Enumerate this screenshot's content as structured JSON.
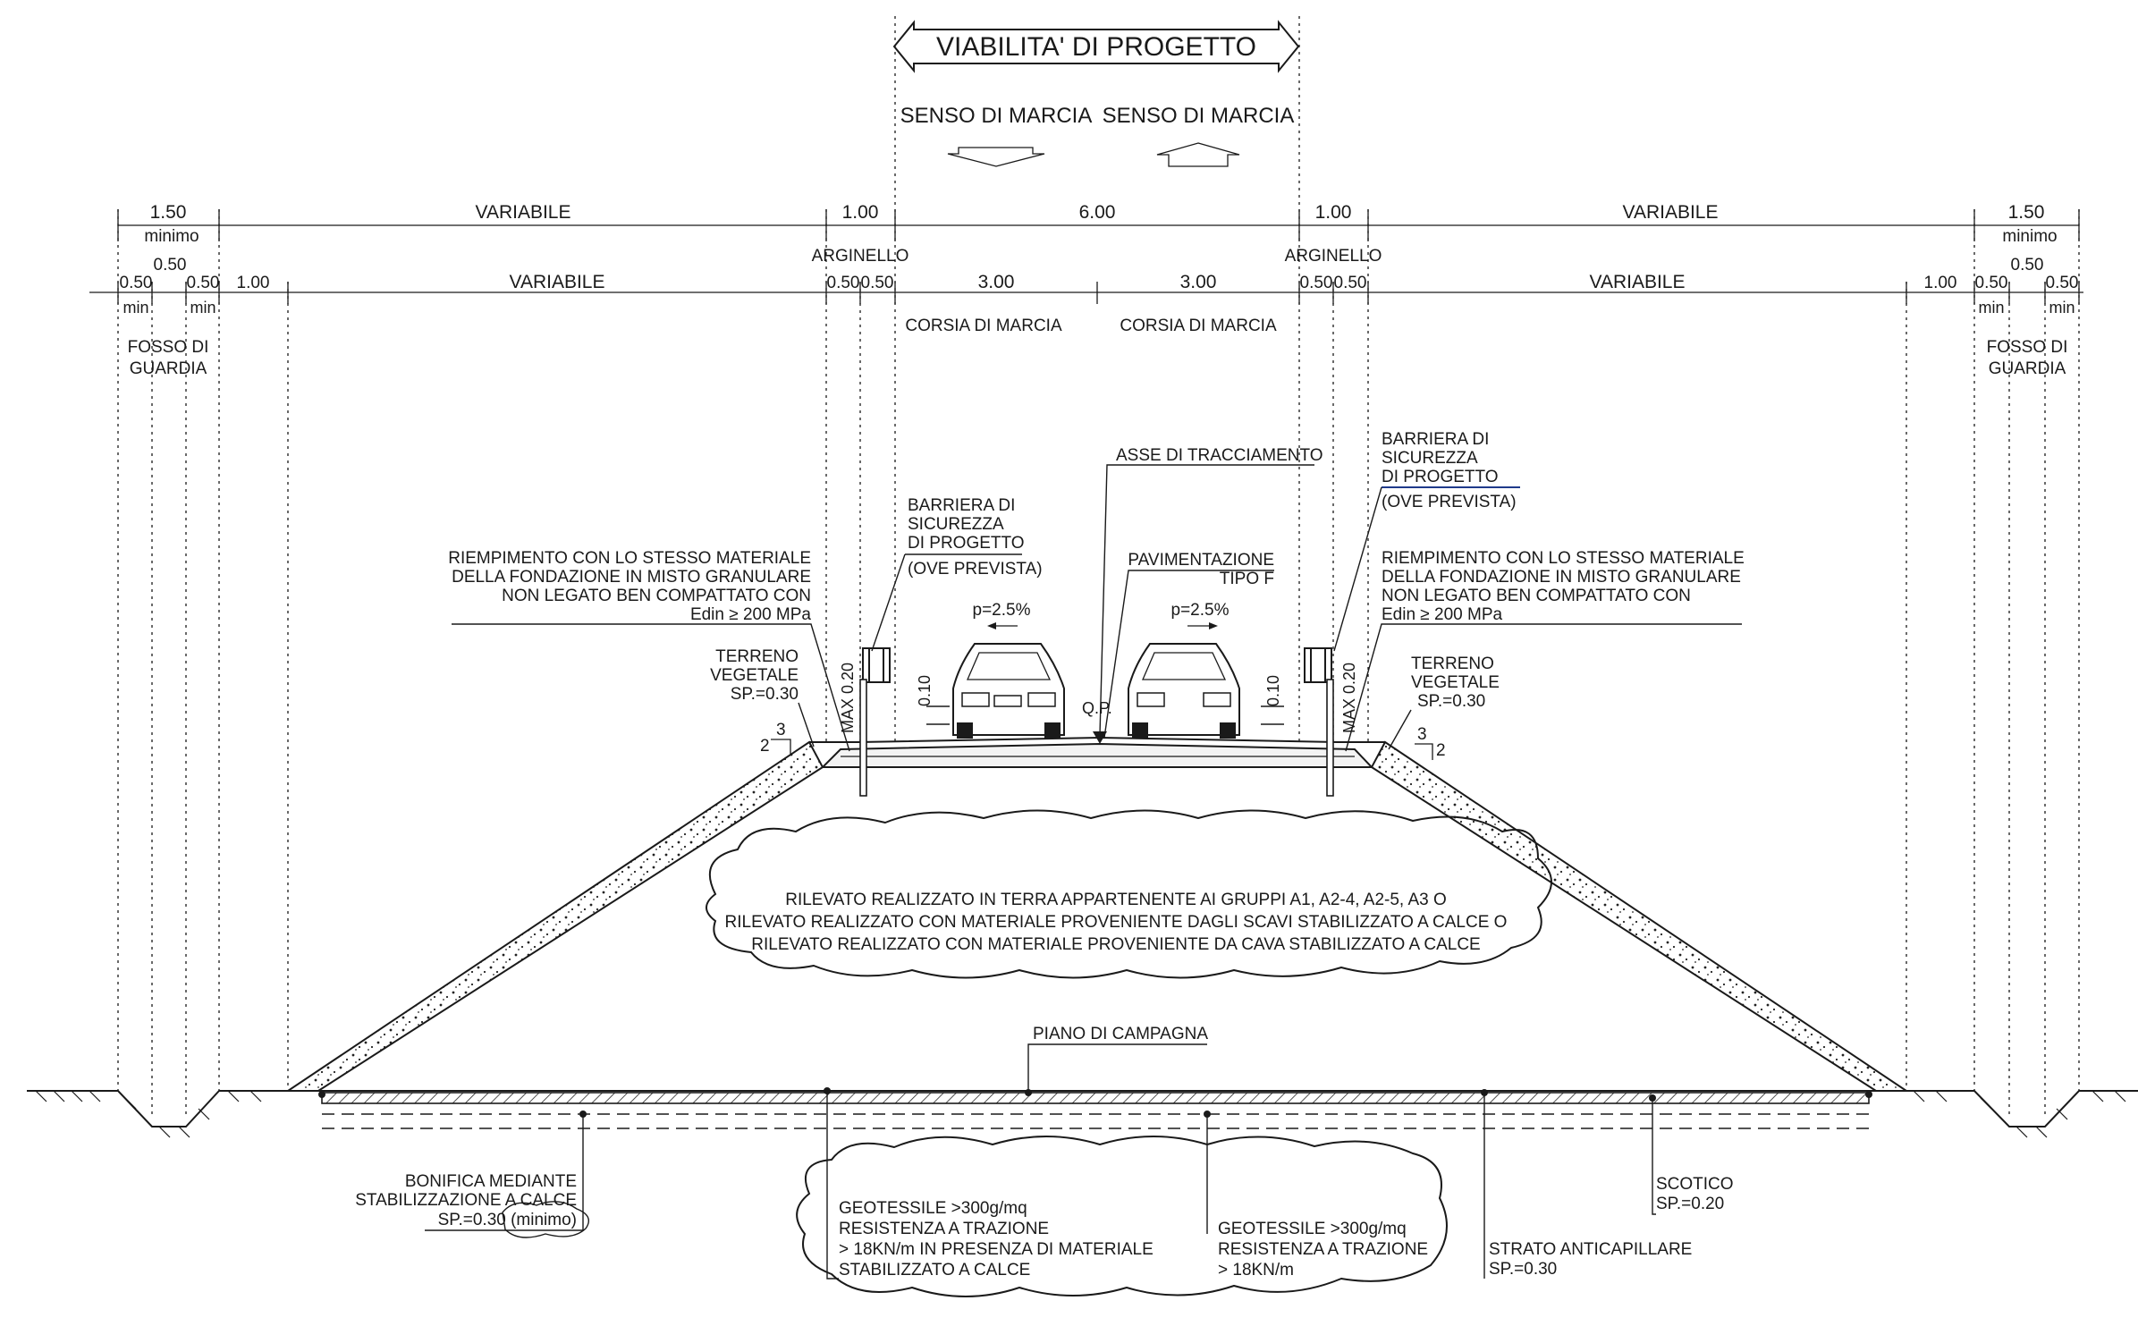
{
  "title": "VIABILITA' DI PROGETTO",
  "direction": {
    "left": "SENSO DI MARCIA",
    "right": "SENSO DI MARCIA"
  },
  "dims_top": {
    "fosso_width": "1.50",
    "minimo": "minimo",
    "variabile": "VARIABILE",
    "arginello_width": "1.00",
    "carriageway": "6.00"
  },
  "dims_second": {
    "half": "0.50",
    "min": "min",
    "one": "1.00",
    "variabile": "VARIABILE",
    "lane": "3.00",
    "arginello": "ARGINELLO"
  },
  "lanes": {
    "label": "CORSIA DI MARCIA"
  },
  "fosso": {
    "line1": "FOSSO DI",
    "line2": "GUARDIA"
  },
  "axis": "ASSE DI TRACCIAMENTO",
  "barrier": {
    "line1": "BARRIERA DI",
    "line2": "SICUREZZA",
    "line3": "DI PROGETTO",
    "line4": "(OVE PREVISTA)"
  },
  "pavement": {
    "line1": "PAVIMENTAZIONE",
    "line2": "TIPO F"
  },
  "fill": {
    "line1": "RIEMPIMENTO CON LO STESSO MATERIALE",
    "line2": "DELLA FONDAZIONE IN MISTO GRANULARE",
    "line3": "NON LEGATO BEN COMPATTATO CON",
    "line4": "Edin ≥ 200 MPa"
  },
  "topsoil": {
    "line1": "TERRENO",
    "line2": "VEGETALE",
    "line3": "SP.=0.30"
  },
  "slope": {
    "value": "p=2.5%",
    "max": "MAX 0.20",
    "curb": "0.10",
    "qp": "Q.P.",
    "v": "2",
    "h": "3"
  },
  "embankment": {
    "line1": "RILEVATO REALIZZATO IN TERRA APPARTENENTE AI GRUPPI A1, A2-4, A2-5, A3 O",
    "line2": "RILEVATO REALIZZATO CON MATERIALE PROVENIENTE DAGLI SCAVI STABILIZZATO A CALCE O",
    "line3": "RILEVATO REALIZZATO CON MATERIALE PROVENIENTE DA CAVA STABILIZZATO A CALCE"
  },
  "ground": "PIANO DI CAMPAGNA",
  "bonifica": {
    "line1": "BONIFICA MEDIANTE",
    "line2": "STABILIZZAZIONE A CALCE",
    "line3": "SP.=0.30 (minimo)"
  },
  "geotex1": {
    "line1": "GEOTESSILE >300g/mq",
    "line2": "RESISTENZA A TRAZIONE",
    "line3": "> 18KN/m IN PRESENZA DI MATERIALE",
    "line4": "STABILIZZATO A CALCE"
  },
  "geotex2": {
    "line1": "GEOTESSILE >300g/mq",
    "line2": "RESISTENZA A TRAZIONE",
    "line3": "> 18KN/m"
  },
  "scotico": {
    "line1": "SCOTICO",
    "line2": "SP.=0.20"
  },
  "capillary": {
    "line1": "STRATO ANTICAPILLARE",
    "line2": "SP.=0.30"
  }
}
